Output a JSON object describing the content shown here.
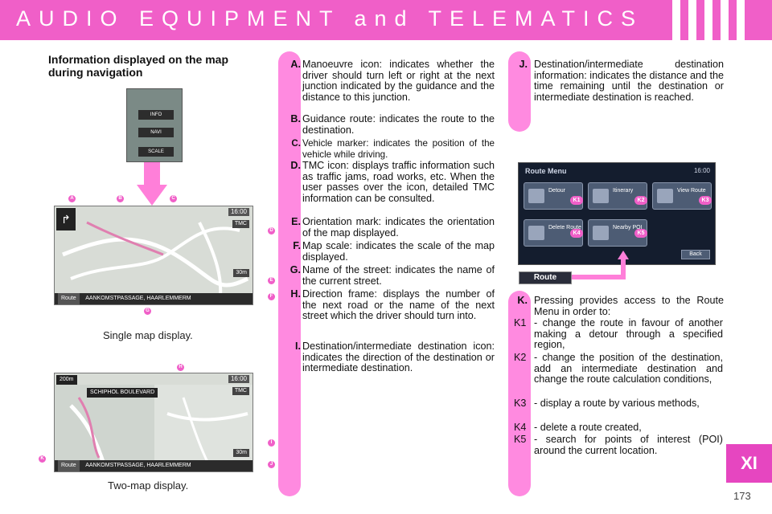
{
  "header": {
    "title": "AUDIO EQUIPMENT and TELEMATICS"
  },
  "section_tab": "XI",
  "page_number": "173",
  "section_title": "Information displayed on the map during navigation",
  "device_buttons": [
    "INFO",
    "NAVI",
    "SCALE"
  ],
  "single_map": {
    "caption": "Single map display.",
    "clock": "16:00",
    "tmc": "TMC",
    "route_btn": "Route",
    "street": "AANKOMSTPASSAGE, HAARLEMMERM",
    "scale": "30m",
    "markers": [
      "A",
      "B",
      "C",
      "D",
      "E",
      "F",
      "G"
    ]
  },
  "two_map": {
    "caption": "Two-map display.",
    "clock": "16:00",
    "tmc": "TMC",
    "distance": "200m",
    "top_street": "SCHIPHOL BOULEVARD",
    "route_btn": "Route",
    "street": "AANKOMSTPASSAGE, HAARLEMMERM",
    "scale": "30m",
    "markers": [
      "H",
      "I",
      "J",
      "K"
    ]
  },
  "descriptions": [
    {
      "letter": "A.",
      "text": "Manoeuvre icon: indicates whether the driver should turn left or right at the next junction indicated by the guidance and the distance to this junction."
    },
    {
      "letter": "B.",
      "text": "Guidance route: indicates the route to the destination."
    },
    {
      "letter": "C.",
      "text": "Vehicle marker: indicates the position of the vehicle while driving."
    },
    {
      "letter": "D.",
      "text": "TMC icon: displays traffic information such as traffic jams, road works, etc. When the user passes over the icon, detailed TMC information can be consulted."
    },
    {
      "letter": "E.",
      "text": "Orientation mark: indicates the orientation of the map displayed."
    },
    {
      "letter": "F.",
      "text": "Map scale: indicates the scale of the map displayed."
    },
    {
      "letter": "G.",
      "text": "Name of the street: indicates the name of the current street."
    },
    {
      "letter": "H.",
      "text": "Direction frame: displays the number of the next road or the name of the next street which the driver should turn into."
    },
    {
      "letter": "I.",
      "text": "Destination/intermediate destination icon: indicates the direction of the destination or intermediate destination."
    }
  ],
  "desc_j": {
    "letter": "J.",
    "text": "Destination/intermediate destination information: indicates the distance and the time remaining until the destination or intermediate destination is reached."
  },
  "route_menu": {
    "title": "Route Menu",
    "clock": "16:00",
    "buttons": [
      {
        "label": "Detour",
        "mark": "K1"
      },
      {
        "label": "Itinerary",
        "mark": "K2"
      },
      {
        "label": "View Route",
        "mark": "K3"
      },
      {
        "label": "Delete Route",
        "mark": "K4"
      },
      {
        "label": "Nearby POI",
        "mark": "K5"
      }
    ],
    "back": "Back",
    "route_button": "Route"
  },
  "desc_k": {
    "letter": "K.",
    "text": "Pressing provides access to the Route Menu in order to:",
    "items": [
      {
        "code": "K1",
        "text": "- change the route in favour of another making a detour through a specified region,"
      },
      {
        "code": "K2",
        "text": "- change the position of the destination, add an intermediate destination and change the route calculation conditions,"
      },
      {
        "code": "K3",
        "text": "- display a route by various methods,"
      },
      {
        "code": "K4",
        "text": "- delete a route created,"
      },
      {
        "code": "K5",
        "text": "- search for points of interest (POI) around the current location."
      }
    ]
  },
  "colors": {
    "accent": "#f05fc8",
    "panel": "#ff8ae0"
  }
}
